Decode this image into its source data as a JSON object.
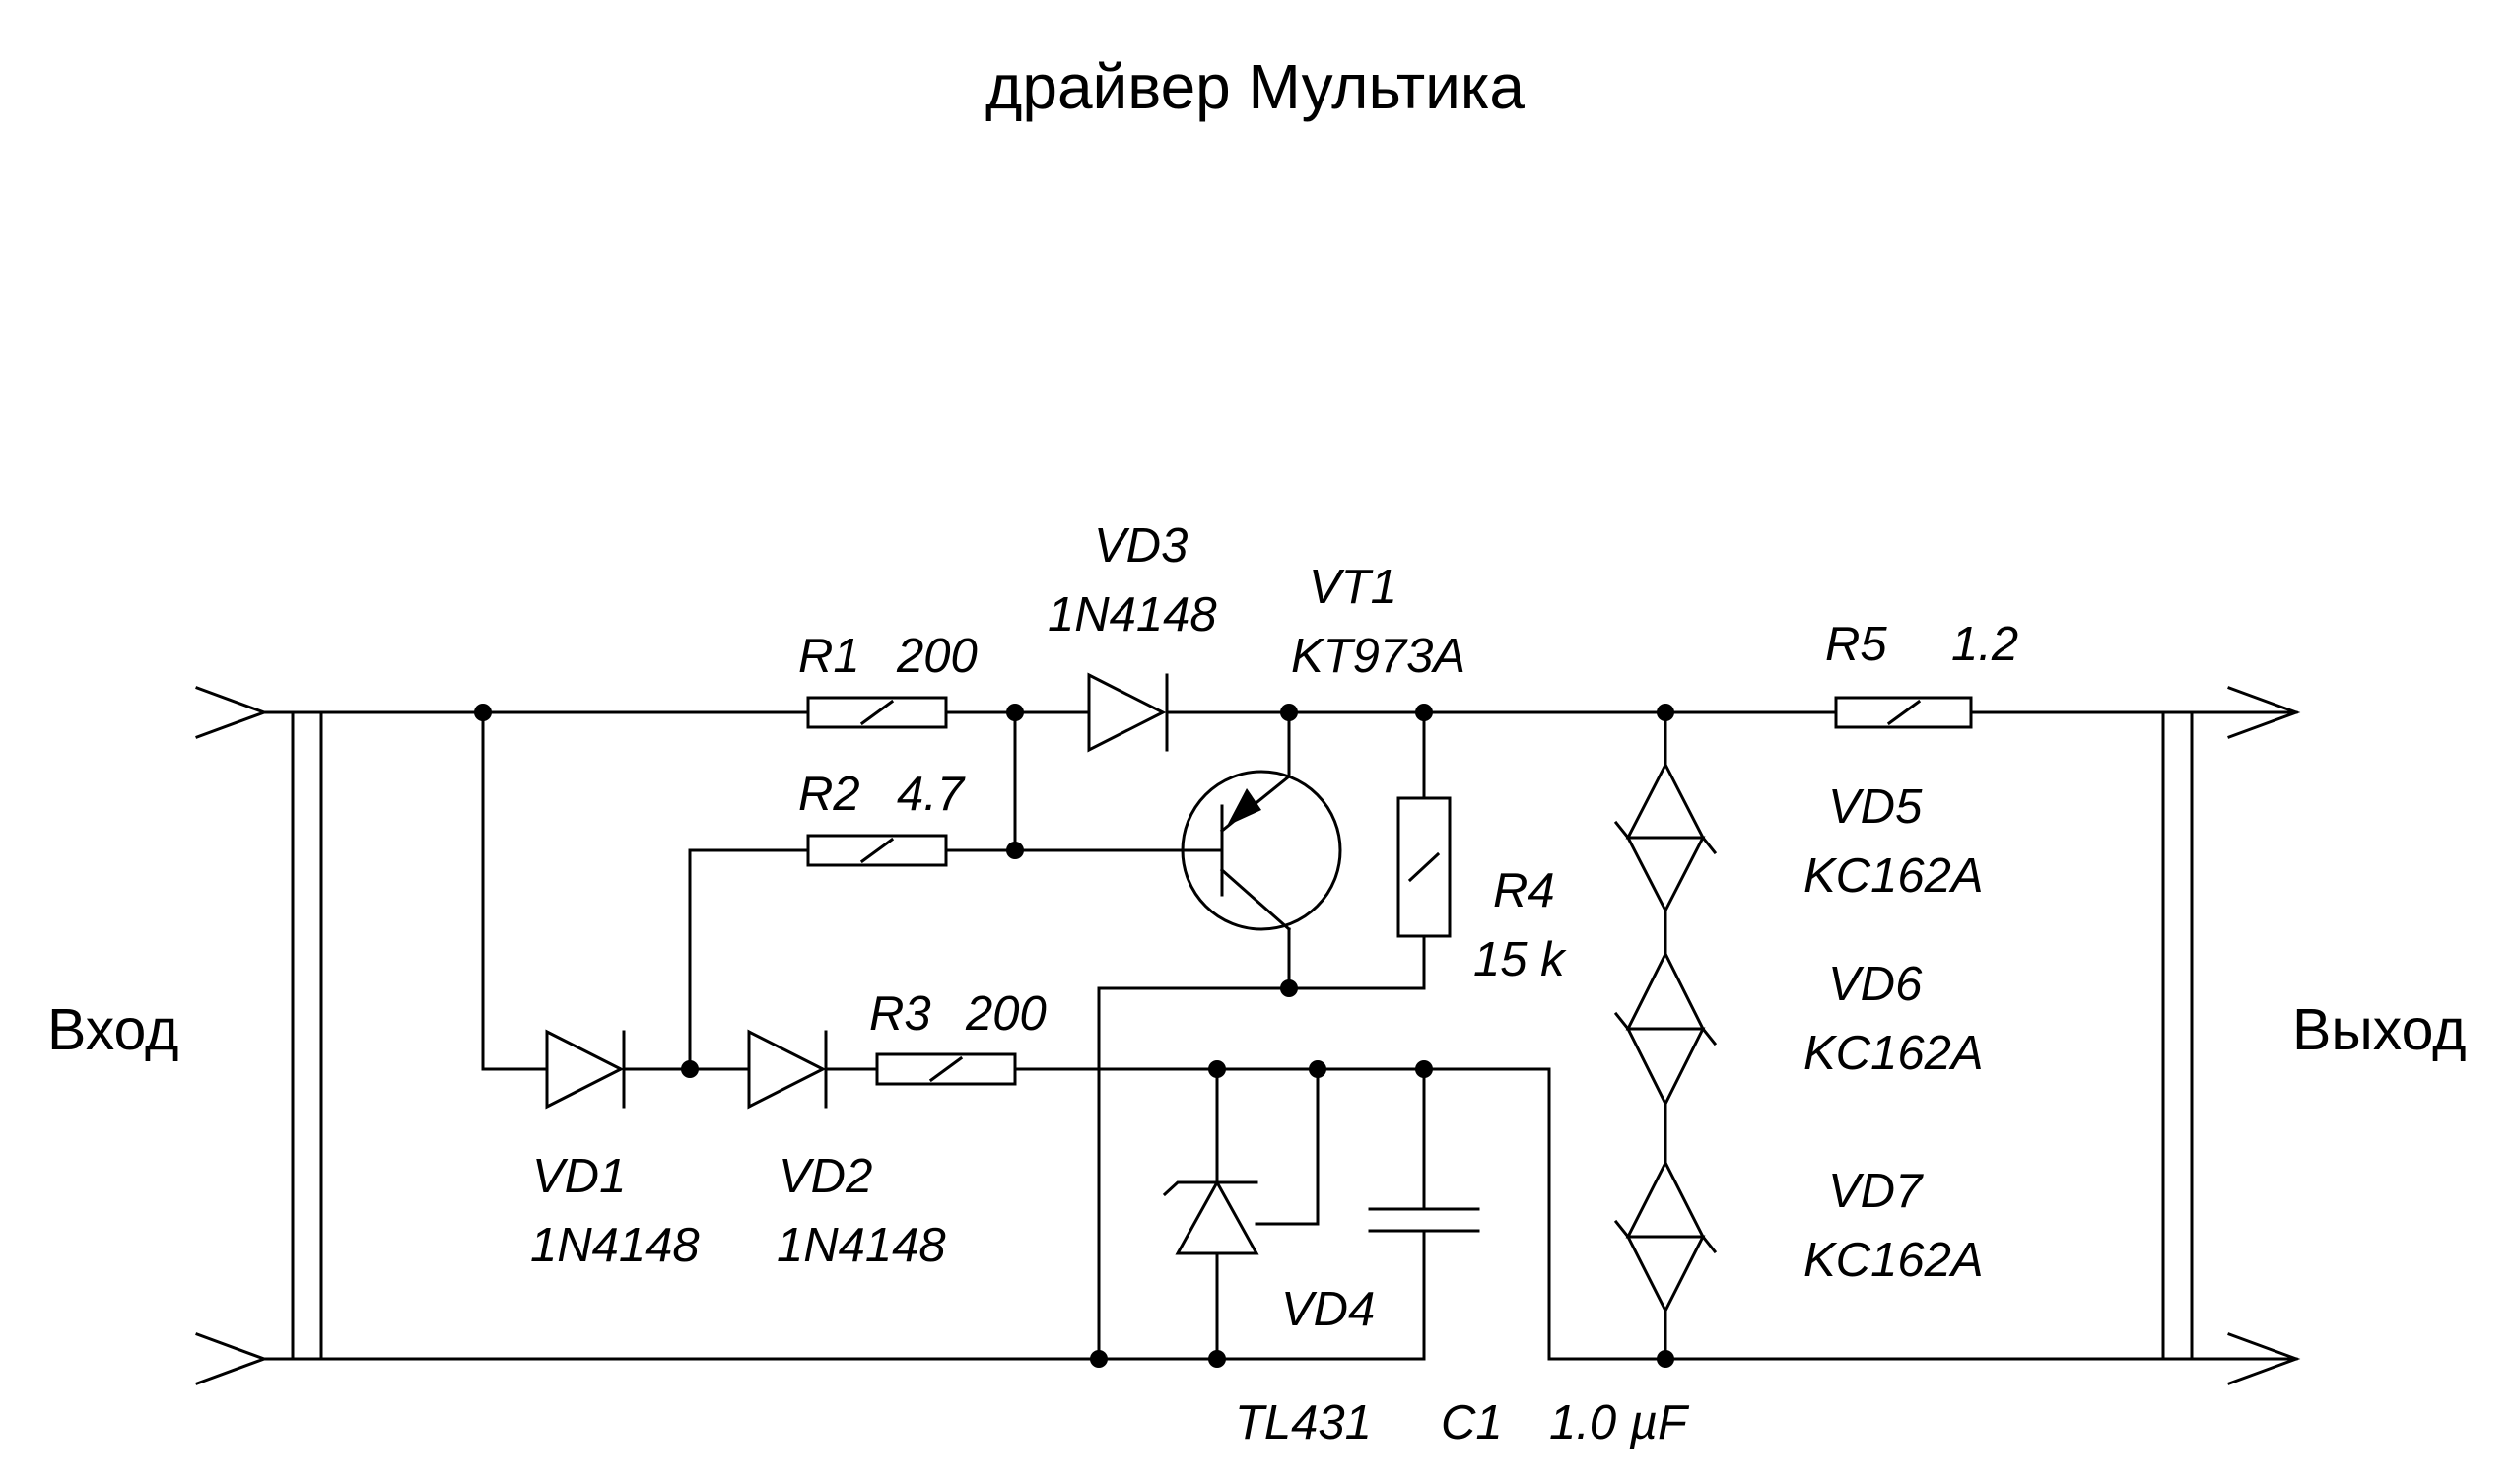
{
  "title": "драйвер  Мультика",
  "ports": {
    "input": "Вход",
    "output": "Выход"
  },
  "components": {
    "r1": {
      "ref": "R1",
      "value": "200"
    },
    "r2": {
      "ref": "R2",
      "value": "4.7"
    },
    "r3": {
      "ref": "R3",
      "value": "200"
    },
    "r4": {
      "ref": "R4",
      "value": "15 k"
    },
    "r5": {
      "ref": "R5",
      "value": "1.2"
    },
    "vd1": {
      "ref": "VD1",
      "value": "1N4148"
    },
    "vd2": {
      "ref": "VD2",
      "value": "1N4148"
    },
    "vd3": {
      "ref": "VD3",
      "value": "1N4148"
    },
    "vd4": {
      "ref": "VD4",
      "value": "TL431"
    },
    "vd5": {
      "ref": "VD5",
      "value": "KC162A"
    },
    "vd6": {
      "ref": "VD6",
      "value": "KC162A"
    },
    "vd7": {
      "ref": "VD7",
      "value": "KC162A"
    },
    "vt1": {
      "ref": "VT1",
      "value": "KT973A"
    },
    "c1": {
      "ref": "C1",
      "value": "1.0 µF"
    }
  }
}
